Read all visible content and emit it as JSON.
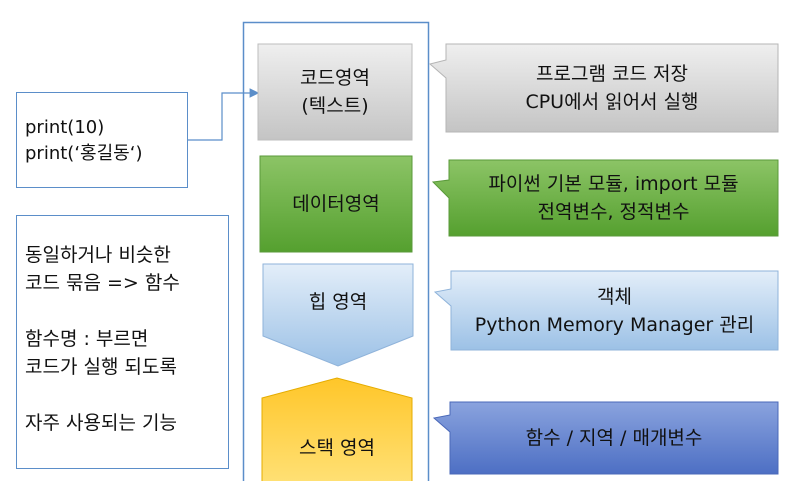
{
  "code_box": {
    "lines": "print(10)\nprint(‘홍길동‘)"
  },
  "note_box": {
    "text": "동일하거나 비슷한\n코드 묶음 => 함수\n\n함수명 : 부르면\n코드가 실행 되도록\n\n자주 사용되는 기능"
  },
  "segments": {
    "code": {
      "label": "코드영역\n(텍스트)"
    },
    "data": {
      "label": "데이터영역"
    },
    "heap": {
      "label": "힙 영역"
    },
    "stack": {
      "label": "스택 영역"
    }
  },
  "callouts": {
    "code": "프로그램 코드 저장\nCPU에서 읽어서 실행",
    "data": "파이썬 기본 모듈, import 모듈\n전역변수, 정적변수",
    "heap": "객체\nPython Memory Manager 관리",
    "stack": "함수 / 지역 / 매개변수"
  },
  "colors": {
    "code": "#d9d9d9",
    "data": "#6aaa45",
    "heap": "#bcd6ee",
    "stack": "#ffc000",
    "stack_callout": "#5b7ccb",
    "border": "#5b8ec9"
  }
}
